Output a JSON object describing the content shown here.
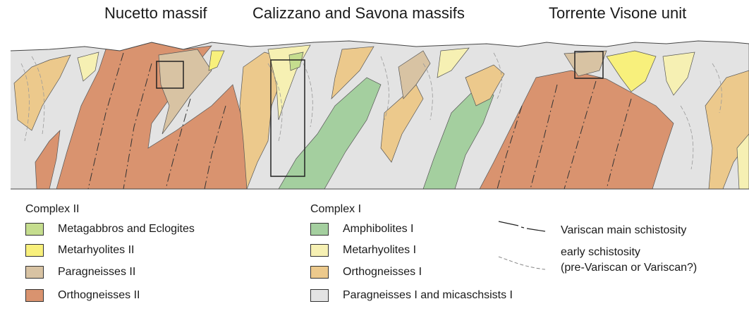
{
  "titles": [
    "Nucetto massif",
    "Calizzano and Savona massifs",
    "Torrente Visone unit"
  ],
  "legend": {
    "complex2": {
      "heading": "Complex II",
      "items": [
        {
          "label": "Metagabbros and Eclogites",
          "color": "#c5dd8e"
        },
        {
          "label": "Metarhyolites II",
          "color": "#f8f07c"
        },
        {
          "label": "Paragneisses II",
          "color": "#d8c3a3"
        },
        {
          "label": "Orthogneisses II",
          "color": "#d9936f"
        }
      ]
    },
    "complex1": {
      "heading": "Complex I",
      "items": [
        {
          "label": "Amphibolites  I",
          "color": "#a4cf9f"
        },
        {
          "label": "Metarhyolites I",
          "color": "#f6f0b3"
        },
        {
          "label": "Orthogneisses I",
          "color": "#ecc98c"
        },
        {
          "label": "Paragneisses I and micaschsists I",
          "color": "#e3e3e3"
        }
      ]
    },
    "lines": {
      "main": "Variscan main schistosity",
      "early_1": "early schistosity",
      "early_2": "(pre-Variscan or Variscan?)"
    }
  }
}
